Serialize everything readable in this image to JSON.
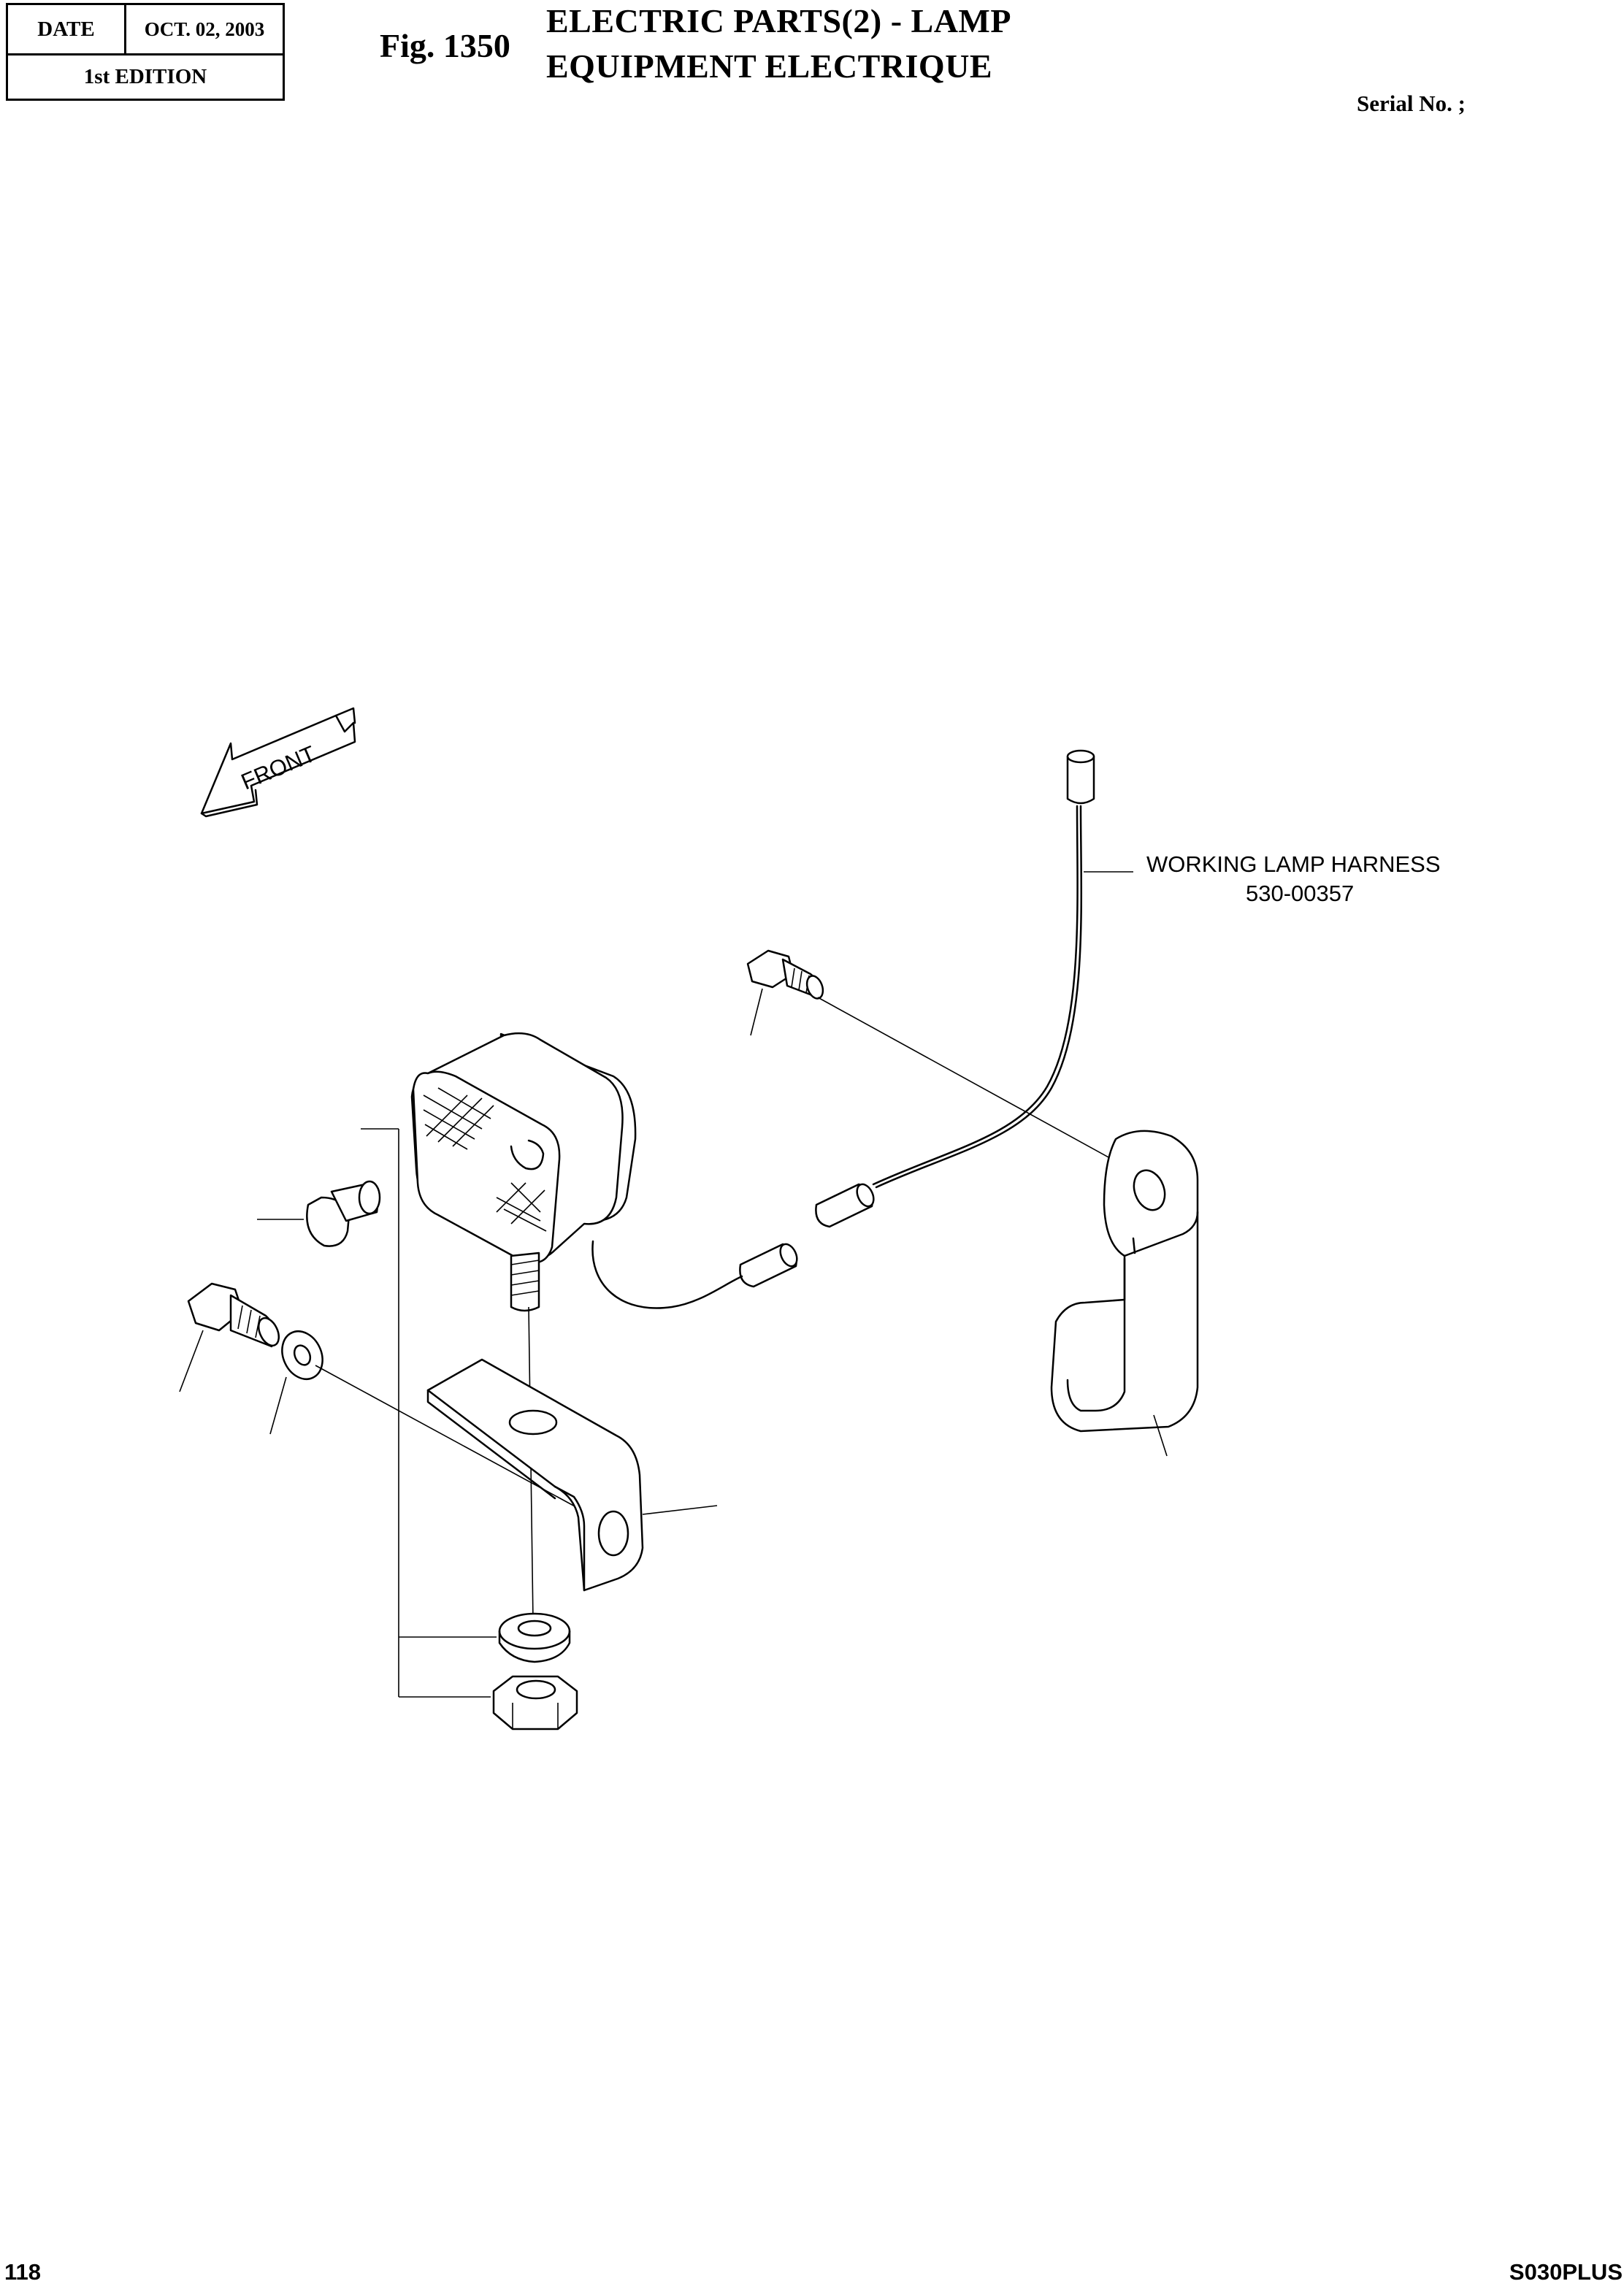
{
  "header": {
    "date_label": "DATE",
    "date_value": "OCT.  02, 2003",
    "edition": "1st EDITION",
    "fig_label": "Fig. 1350",
    "title_line1": "ELECTRIC PARTS(2) - LAMP",
    "title_line2": "EQUIPMENT ELECTRIQUE",
    "serial": "Serial No. ;"
  },
  "diagram": {
    "front_arrow_label": "FRONT",
    "harness_label_line1": "WORKING LAMP HARNESS",
    "harness_label_line2": "530-00357"
  },
  "footer": {
    "page_number": "118",
    "model": "S030PLUS"
  }
}
